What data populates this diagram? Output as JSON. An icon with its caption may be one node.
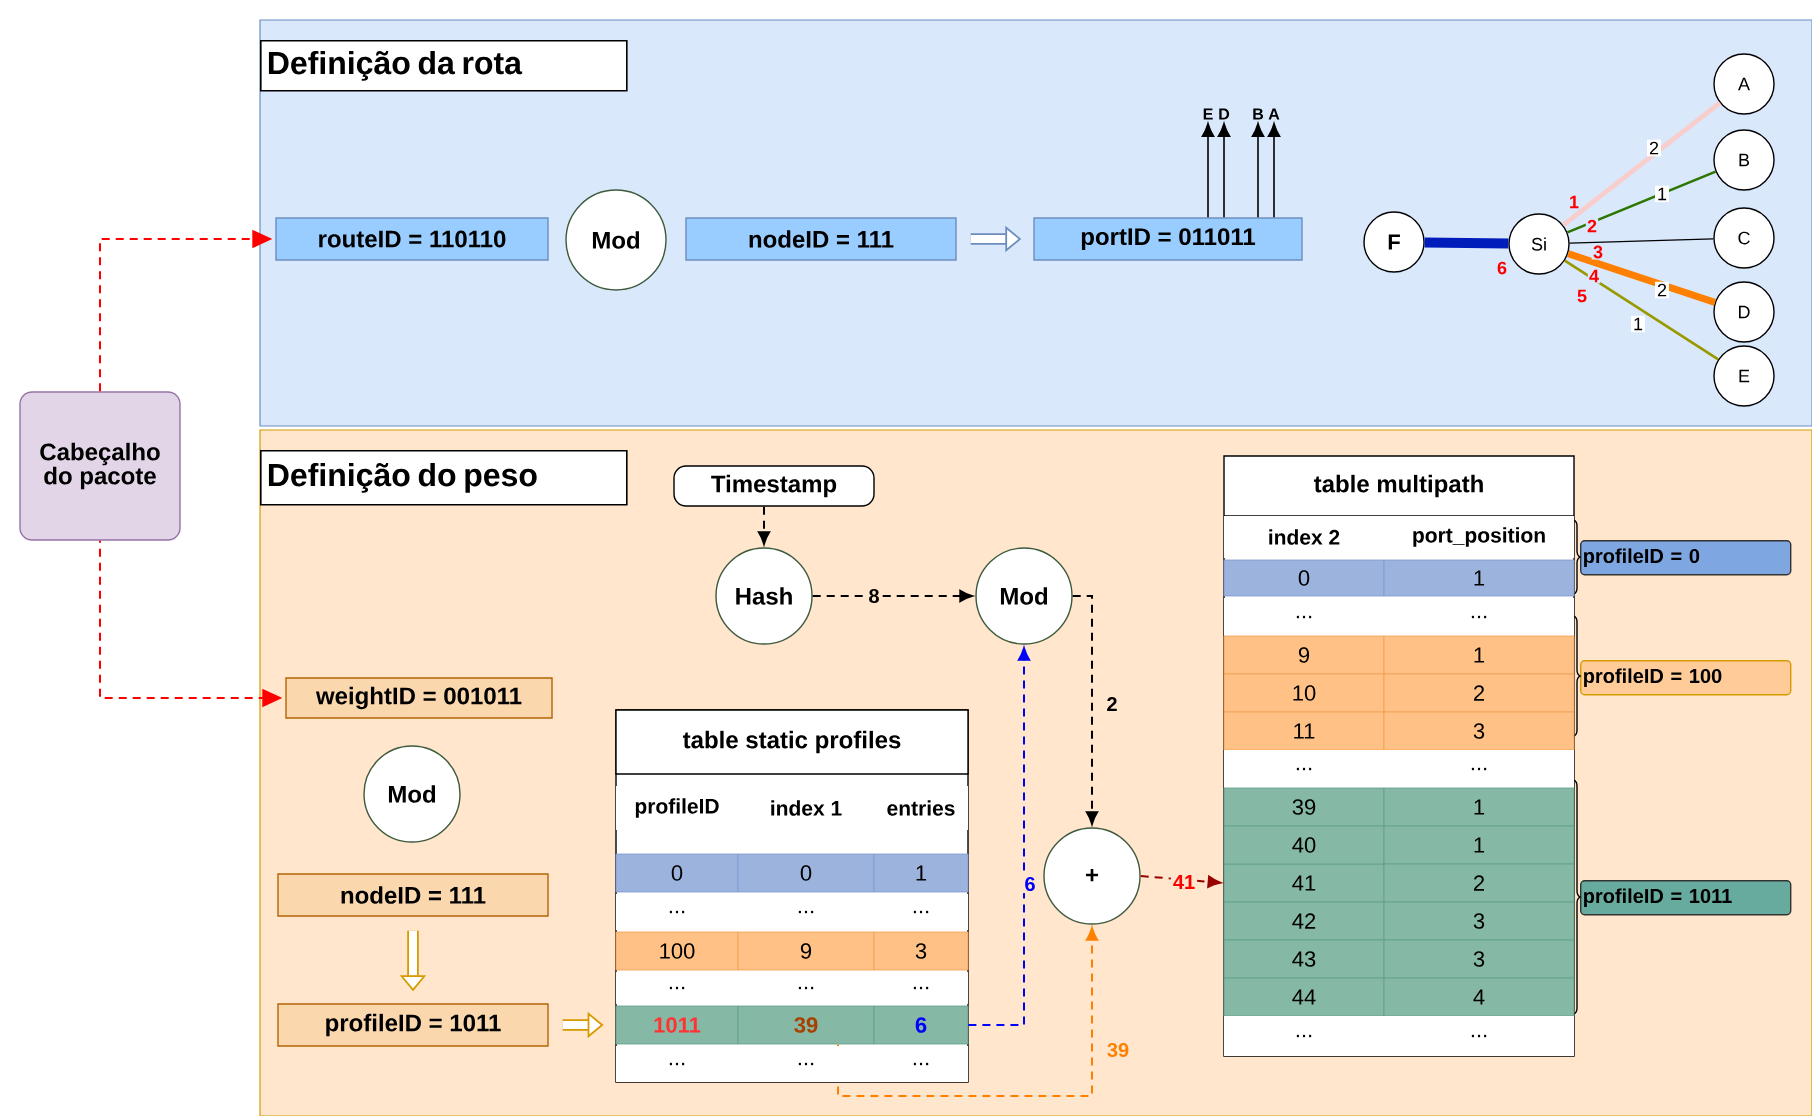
{
  "diagram": {
    "nodes": [
      {
        "text": [
          "Definição da rota"
        ]
      },
      {
        "text": [
          "routeID = 110110"
        ],
        "in": 0
      },
      {
        "text": [
          "Mod"
        ],
        "in": 0
      },
      {
        "text": [
          "nodeID = 111"
        ],
        "in": 0
      },
      {
        "text": [
          "portID = 011011"
        ],
        "in": 0
      },
      {
        "text": [
          "E"
        ],
        "in": 0
      },
      {
        "text": [
          "D"
        ],
        "in": 0
      },
      {
        "text": [
          "B"
        ],
        "in": 0
      },
      {
        "text": [
          "A"
        ],
        "in": 0
      },
      {
        "text": [
          "F"
        ],
        "in": 0
      },
      {
        "text": [
          "Si"
        ],
        "in": 0
      },
      {
        "text": [
          "A"
        ],
        "in": 0
      },
      {
        "text": [
          "B"
        ],
        "in": 0
      },
      {
        "text": [
          "C"
        ],
        "in": 0
      },
      {
        "text": [
          "D"
        ],
        "in": 0
      },
      {
        "text": [
          "E"
        ],
        "in": 0
      },
      {
        "text": [
          "Cabeçalho do pacote"
        ]
      },
      {
        "text": [
          "Definição do peso"
        ]
      },
      {
        "text": [
          "Timestamp"
        ],
        "in": 17
      },
      {
        "text": [
          "Hash"
        ],
        "in": 17
      },
      {
        "text": [
          "Mod"
        ],
        "in": 17
      },
      {
        "text": [
          "table multipath"
        ],
        "in": 17
      },
      {
        "text": [
          "41"
        ],
        "in": 21
      },
      {
        "text": [
          "profileID = 0"
        ],
        "in": 17
      },
      {
        "text": [
          "profileID = 100"
        ],
        "in": 17
      },
      {
        "text": [
          "profileID = 1011"
        ],
        "in": 17
      },
      {
        "text": [
          "weightID = 001011"
        ],
        "in": 17
      },
      {
        "text": [
          "Mod"
        ],
        "in": 17
      },
      {
        "text": [
          "+"
        ],
        "in": 17
      },
      {
        "text": [
          "table static profiles"
        ],
        "in": 17
      },
      {
        "text": [
          "1011"
        ],
        "in": 29
      },
      {
        "text": [
          "39"
        ],
        "in": 29
      },
      {
        "text": [
          "6"
        ],
        "in": 29
      },
      {
        "text": [
          "nodeID = 111"
        ],
        "in": 17
      },
      {
        "text": [
          "profileID = 1011"
        ],
        "in": 17
      }
    ],
    "edges": [
      {
        "from": 16,
        "to": 1,
        "arrow": "to",
        "style": "dashed",
        "color": "#ff0000"
      },
      {
        "from": 16,
        "to": 26,
        "arrow": "to",
        "style": "dashed",
        "color": "#ff0000"
      },
      {
        "from": 3,
        "to": 4,
        "arrow": "to",
        "style": "thick",
        "color": "#6c8ebf"
      },
      {
        "from": 4,
        "to": 5,
        "arrow": "to"
      },
      {
        "from": 4,
        "to": 6,
        "arrow": "to"
      },
      {
        "from": 4,
        "to": 7,
        "arrow": "to"
      },
      {
        "from": 4,
        "to": 8,
        "arrow": "to"
      },
      {
        "from": 9,
        "to": 10,
        "arrow": "none",
        "style": "thick",
        "color": "#001dbc"
      },
      {
        "from": 10,
        "to": 11,
        "arrow": "none",
        "label": "2",
        "style": "thick",
        "color": "#f8cecc"
      },
      {
        "from": 10,
        "to": 12,
        "arrow": "none",
        "label": "1",
        "color": "#2d7600"
      },
      {
        "from": 10,
        "to": 13,
        "arrow": "none"
      },
      {
        "from": 10,
        "to": 14,
        "arrow": "none",
        "label": "2",
        "style": "thick",
        "color": "#ff8000"
      },
      {
        "from": 10,
        "to": 15,
        "arrow": "none",
        "label": "1",
        "color": "#999900"
      },
      {
        "from": 18,
        "to": 19,
        "arrow": "to",
        "style": "dashed"
      },
      {
        "from": 19,
        "to": 20,
        "arrow": "to",
        "label": "8",
        "style": "dashed"
      },
      {
        "from": 20,
        "to": 28,
        "arrow": "to",
        "label": "2",
        "style": "dashed"
      },
      {
        "from": 32,
        "to": 20,
        "arrow": "to",
        "label": "6",
        "style": "dashed",
        "color": "#0000ff"
      },
      {
        "from": 31,
        "to": 28,
        "arrow": "to",
        "label": "39",
        "style": "dashed",
        "color": "#ff8000"
      },
      {
        "from": 28,
        "to": 22,
        "arrow": "to",
        "label": "41",
        "style": "dashed",
        "color": "#990000"
      },
      {
        "from": 33,
        "to": 34,
        "arrow": "to",
        "style": "thick",
        "color": "#d79b00"
      },
      {
        "from": 34,
        "to": 30,
        "arrow": "to",
        "style": "thick",
        "color": "#d79b00"
      }
    ],
    "labels": [
      "1",
      "2",
      "3",
      "4",
      "5",
      "6",
      "index 2",
      "port_position",
      "0",
      "1",
      "...",
      "...",
      "9",
      "1",
      "10",
      "2",
      "11",
      "3",
      "...",
      "...",
      "39",
      "1",
      "40",
      "1",
      "2",
      "42",
      "3",
      "43",
      "3",
      "44",
      "4",
      "...",
      "...",
      "profileID",
      "index 1",
      "entries",
      "0",
      "0",
      "1",
      "...",
      "...",
      "...",
      "100",
      "9",
      "3",
      "...",
      "...",
      "...",
      "...",
      "...",
      "..."
    ]
  }
}
